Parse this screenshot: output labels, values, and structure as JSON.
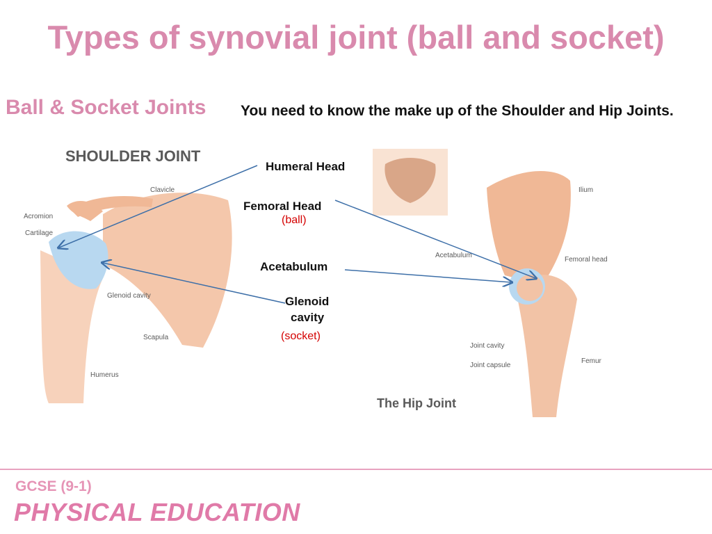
{
  "title": "Types of synovial joint (ball and socket)",
  "subtitle": "Ball & Socket Joints",
  "intro": "You need to know the make up of the Shoulder and Hip Joints.",
  "shoulder": {
    "heading": "SHOULDER JOINT",
    "labels": {
      "clavicle": "Clavicle",
      "acromion": "Acromion",
      "cartilage": "Cartilage",
      "glenoid_cavity": "Glenoid cavity",
      "scapula": "Scapula",
      "humerus": "Humerus"
    }
  },
  "hip": {
    "heading": "The Hip Joint",
    "labels": {
      "ilium": "Ilium",
      "acetabulum": "Acetabulum",
      "femoral_head": "Femoral head",
      "joint_cavity": "Joint cavity",
      "joint_capsule": "Joint capsule",
      "femur": "Femur"
    }
  },
  "annotations": {
    "humeral_head": "Humeral Head",
    "femoral_head": "Femoral Head",
    "ball": "(ball)",
    "acetabulum": "Acetabulum",
    "glenoid_line1": "Glenoid",
    "glenoid_line2": "cavity",
    "socket": "(socket)"
  },
  "footer": {
    "line1": "GCSE (9-1)",
    "line2": "PHYSICAL EDUCATION"
  },
  "colors": {
    "title": "#d98aad",
    "bone": "#f2c3a6",
    "cartilage": "#b8d8f0",
    "arrow": "#3d6fa8",
    "red_note": "#d40000"
  }
}
